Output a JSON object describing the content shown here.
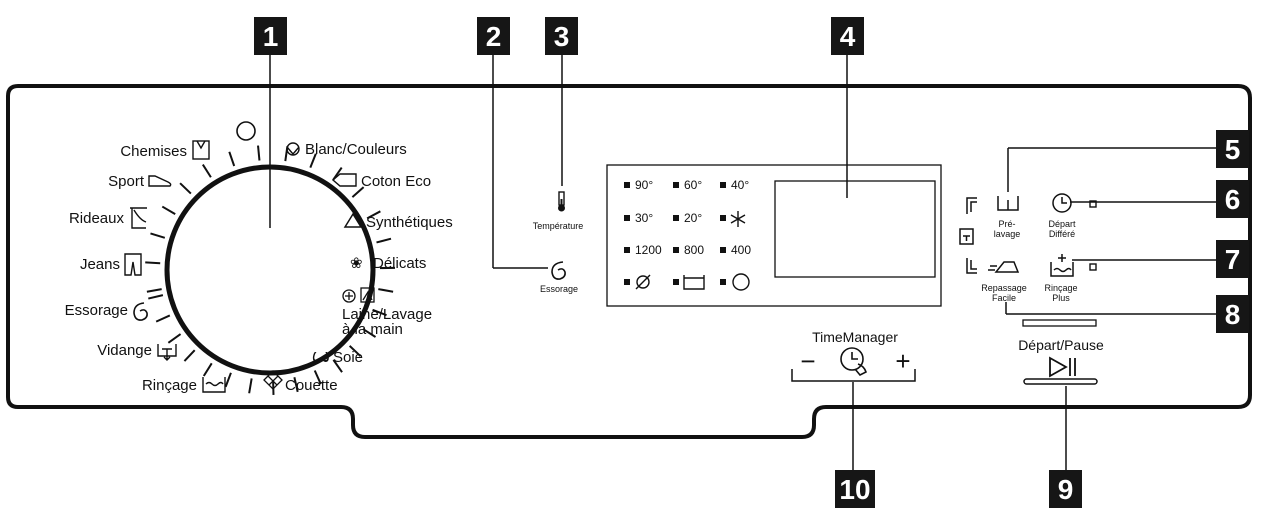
{
  "callouts": [
    "1",
    "2",
    "3",
    "4",
    "5",
    "6",
    "7",
    "8",
    "9",
    "10"
  ],
  "programs": {
    "chemises": "Chemises",
    "sport": "Sport",
    "rideaux": "Rideaux",
    "jeans": "Jeans",
    "essorage": "Essorage",
    "vidange": "Vidange",
    "rincage": "Rinçage",
    "blanc": "Blanc/Couleurs",
    "coton_eco": "Coton Eco",
    "synthetiques": "Synthétiques",
    "delicats": "Délicats",
    "laine_1": "Laine/Lavage",
    "laine_2": "à la main",
    "soie": "Soie",
    "couette": "Couette"
  },
  "knobs": {
    "temperature": "Température",
    "essorage": "Essorage"
  },
  "display": {
    "temps": [
      "90°",
      "60°",
      "40°",
      "30°",
      "20°"
    ],
    "spins": [
      "1200",
      "800",
      "400"
    ]
  },
  "buttons": {
    "prelavage_1": "Pré-",
    "prelavage_2": "lavage",
    "depart_diff_1": "Départ",
    "depart_diff_2": "Différé",
    "repassage_1": "Repassage",
    "repassage_2": "Facile",
    "rincage_plus_1": "Rinçage",
    "rincage_plus_2": "Plus",
    "time_manager": "TimeManager",
    "tm_minus": "−",
    "tm_plus": "+",
    "depart_pause": "Départ/Pause"
  }
}
